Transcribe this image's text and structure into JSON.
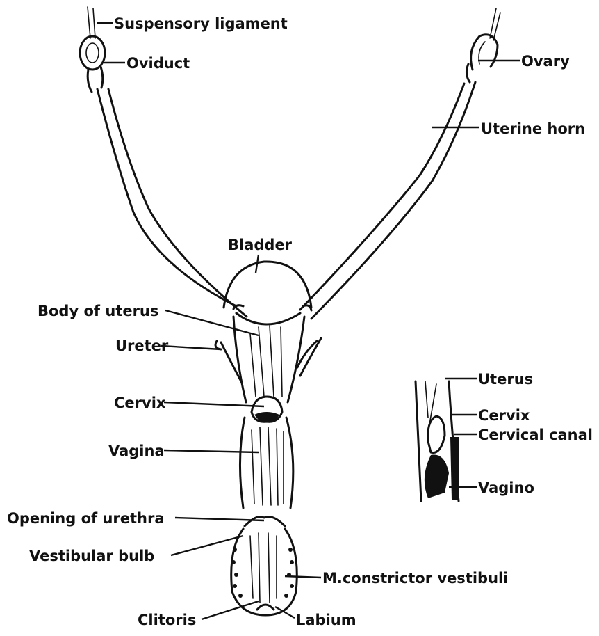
{
  "labels": {
    "suspensory_ligament": "Suspensory ligament",
    "oviduct": "Oviduct",
    "ovary": "Ovary",
    "uterine_horn": "Uterine horn",
    "bladder": "Bladder",
    "body_of_uterus": "Body of uterus",
    "ureter": "Ureter",
    "cervix": "Cervix",
    "vagina": "Vagina",
    "opening_of_urethra": "Opening of urethra",
    "vestibular_bulb": "Vestibular bulb",
    "m_constrictor_vestibuli": "M.constrictor vestibuli",
    "clitoris": "Clitoris",
    "labium": "Labium"
  },
  "inset": {
    "uterus": "Uterus",
    "cervix": "Cervix",
    "cervical_canal": "Cervical canal",
    "vagina": "Vagino"
  }
}
